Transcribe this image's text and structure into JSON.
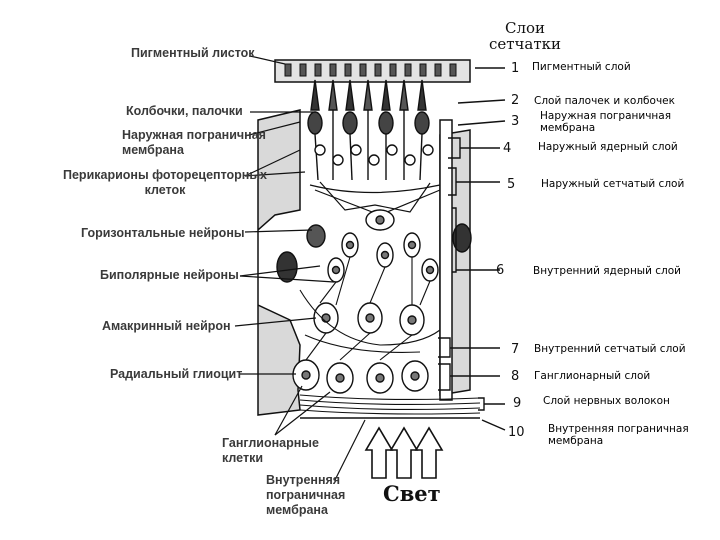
{
  "title": {
    "line1": "Слои",
    "line2": "сетчатки"
  },
  "left_labels": {
    "pigment_sheet": "Пигментный листок",
    "cones_rods": "Колбочки, палочки",
    "outer_limiting_1": "Наружная пограничная",
    "outer_limiting_2": "мембрана",
    "perikarya_1": "Перикарионы фоторецепторных",
    "perikarya_2": "клеток",
    "horizontal": "Горизонтальные нейроны",
    "bipolar": "Биполярные нейроны",
    "amacrine": "Амакринный нейрон",
    "radial_glia": "Радиальный глиоцит",
    "ganglion_1": "Ганглионарные",
    "ganglion_2": "клетки",
    "inner_limiting_1": "Внутренняя",
    "inner_limiting_2": "пограничная",
    "inner_limiting_3": "мембрана"
  },
  "layers": [
    {
      "number": "1",
      "name": "Пигментный слой"
    },
    {
      "number": "2",
      "name": "Слой палочек и колбочек"
    },
    {
      "number": "3",
      "name_1": "Наружная пограничная",
      "name_2": "мембрана"
    },
    {
      "number": "4",
      "name": "Наружный ядерный слой"
    },
    {
      "number": "5",
      "name": "Наружный сетчатый слой"
    },
    {
      "number": "6",
      "name": "Внутренний ядерный слой"
    },
    {
      "number": "7",
      "name": "Внутренний сетчатый слой"
    },
    {
      "number": "8",
      "name": "Ганглионарный слой"
    },
    {
      "number": "9",
      "name": "Слой нервных волокон"
    },
    {
      "number": "10",
      "name_1": "Внутренняя пограничная",
      "name_2": "мембрана"
    }
  ],
  "light_label": "Свет",
  "colors": {
    "ink": "#111111",
    "gray_fill": "#d9d9d9",
    "label_gray": "#3a3a3a"
  }
}
